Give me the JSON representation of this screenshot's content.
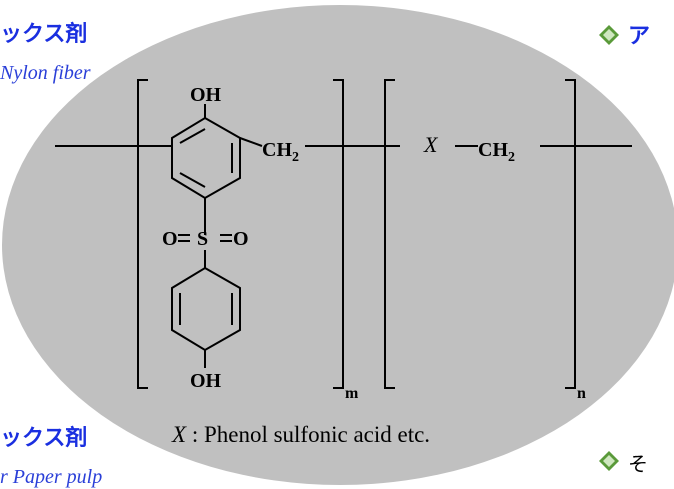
{
  "top_left": {
    "heading": "ックス剤",
    "subtitle": "Nylon fiber"
  },
  "top_right": {
    "heading": "ア"
  },
  "bottom_left": {
    "heading": "ックス剤",
    "subtitle": "r Paper pulp"
  },
  "bottom_right": {
    "text": "そ"
  },
  "structure": {
    "oh_top": "OH",
    "oh_bottom": "OH",
    "ch2_a": "CH",
    "ch2_b": "CH",
    "ch2_subscript": "2",
    "x_label": "X",
    "sulfonyl_o_left": "O",
    "sulfonyl_s": "S",
    "sulfonyl_o_right": "O",
    "repeat_m": "m",
    "repeat_n": "n"
  },
  "caption": {
    "variable": "X",
    "text": " : Phenol sulfonic acid etc."
  },
  "colors": {
    "heading": "#1a2fe0",
    "ellipse": "#c0c0c0",
    "icon_green": "#5a9a3a"
  }
}
